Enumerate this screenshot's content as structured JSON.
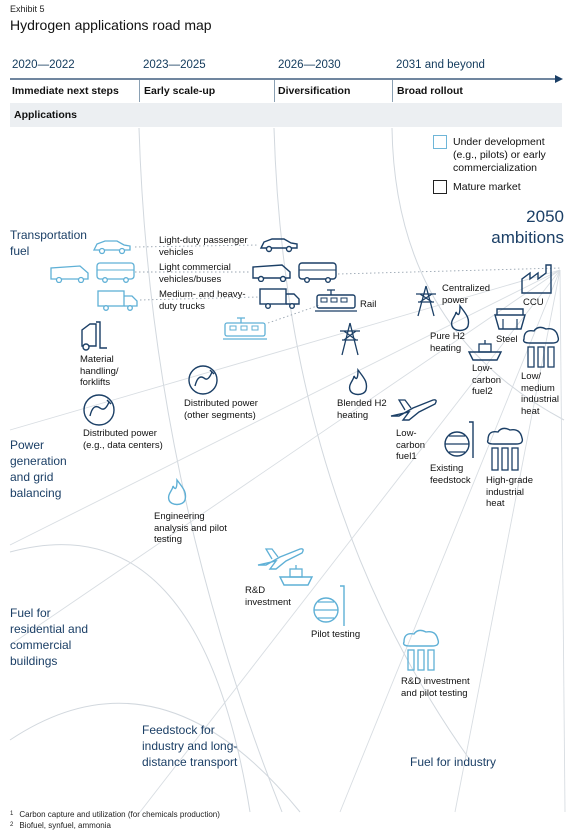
{
  "exhibit": "Exhibit 5",
  "title": "Hydrogen applications road map",
  "periods": [
    "2020—2022",
    "2023—2025",
    "2026—2030",
    "2031 and beyond"
  ],
  "phases": [
    "Immediate next steps",
    "Early scale-up",
    "Diversification",
    "Broad rollout"
  ],
  "applications_label": "Applications",
  "legend": {
    "under_development": "Under development (e.g., pilots) or early commercialization",
    "mature": "Mature market"
  },
  "ambitions": "2050 ambitions",
  "categories": {
    "transport": "Transportation fuel",
    "power": "Power generation and grid balancing",
    "residential": "Fuel for residential and commercial buildings",
    "feedstock": "Feedstock for industry and long-distance transport",
    "industry": "Fuel for industry"
  },
  "labels": {
    "ldv": "Light-duty passenger vehicles",
    "lcv": "Light commercial vehicles/buses",
    "mhdt": "Medium- and heavy-duty trucks",
    "rail": "Rail",
    "material": "Material handling/ forklifts",
    "dist_other": "Distributed power (other segments)",
    "dist_dc": "Distributed power (e.g., data centers)",
    "centralized": "Centralized power",
    "pure_h2": "Pure H2 heating",
    "blended": "Blended H2 heating",
    "ccu": "CCU",
    "steel": "Steel",
    "lowcarbon2": "Low-carbon fuel2",
    "lowmed_heat": "Low/ medium industrial heat",
    "lowcarbon1": "Low-carbon fuel1",
    "existing_fs": "Existing feedstock",
    "highgrade": "High-grade industrial heat",
    "eng": "Engineering analysis and pilot testing",
    "rd_inv": "R&D investment",
    "pilot": "Pilot testing",
    "rd_pilot": "R&D investment and pilot testing"
  },
  "footnotes": [
    {
      "num": "1",
      "text": "Carbon capture and utilization (for chemicals production)"
    },
    {
      "num": "2",
      "text": "Biofuel, synfuel, ammonia"
    }
  ],
  "colors": {
    "dark_blue": "#1b3f66",
    "light_blue": "#5fb0d6",
    "grey_line": "#c8cfd6"
  }
}
